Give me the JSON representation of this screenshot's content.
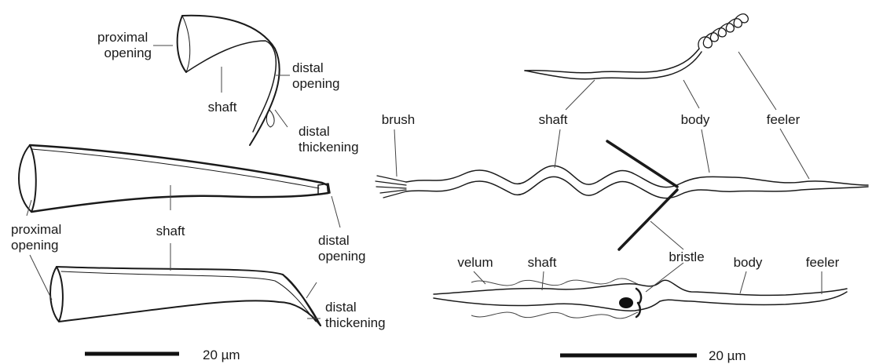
{
  "left_panel": {
    "labels": {
      "proximal_opening_top": [
        "proximal",
        "opening"
      ],
      "distal_opening_top": [
        "distal",
        "opening"
      ],
      "shaft_top": "shaft",
      "distal_thickening_top": [
        "distal",
        "thickening"
      ],
      "shaft_middle": "shaft",
      "proximal_opening_bottom": [
        "proximal",
        "opening"
      ],
      "distal_opening_bottom": [
        "distal",
        "opening"
      ],
      "distal_thickening_bottom": [
        "distal",
        "thickening"
      ]
    },
    "scale_bar_label": "20 µm"
  },
  "right_panel": {
    "labels": {
      "brush": "brush",
      "shaft_top": "shaft",
      "body_top": "body",
      "feeler_top": "feeler",
      "velum": "velum",
      "shaft_bottom": "shaft",
      "bristle": "bristle",
      "body_bottom": "body",
      "feeler_bottom": "feeler"
    },
    "scale_bar_label": "20 µm"
  },
  "colors": {
    "ink": "#1a1a1a",
    "background": "#ffffff"
  }
}
